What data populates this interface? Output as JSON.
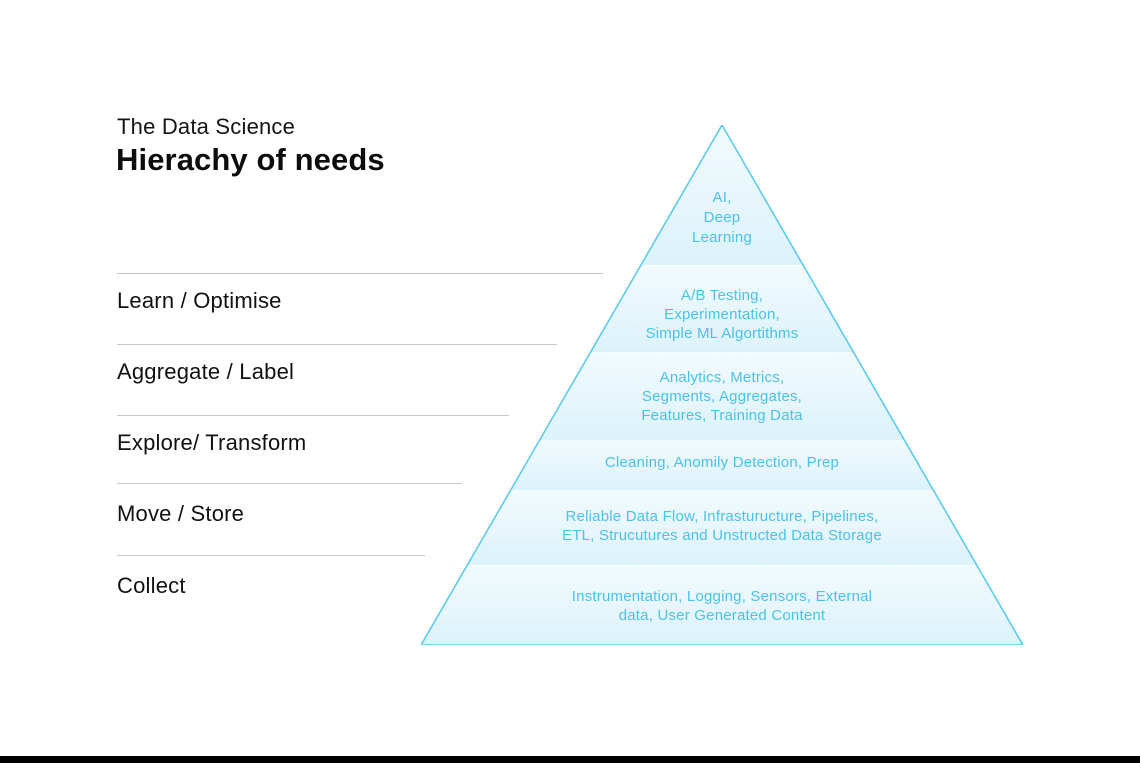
{
  "header": {
    "subtitle": "The Data Science",
    "title": "Hierachy of needs"
  },
  "stages": [
    {
      "label": "Learn / Optimise"
    },
    {
      "label": "Aggregate / Label"
    },
    {
      "label": "Explore/ Transform"
    },
    {
      "label": "Move / Store"
    },
    {
      "label": "Collect"
    }
  ],
  "pyramid": {
    "border_color": "#5ecbed",
    "text_color": "#4bc2e9",
    "fill_light": "#f2fbfe",
    "fill_deep": "#dcf2fa",
    "levels": [
      {
        "label": "AI,\nDeep\nLearning"
      },
      {
        "label": "A/B Testing,\nExperimentation,\nSimple ML Algortithms"
      },
      {
        "label": "Analytics, Metrics,\nSegments, Aggregates,\nFeatures, Training Data"
      },
      {
        "label": "Cleaning, Anomily Detection, Prep"
      },
      {
        "label": "Reliable Data Flow, Infrasturucture, Pipelines,\nETL, Strucutures and Unstructed Data Storage"
      },
      {
        "label": "Instrumentation, Logging, Sensors, External\ndata, User Generated Content"
      }
    ]
  }
}
